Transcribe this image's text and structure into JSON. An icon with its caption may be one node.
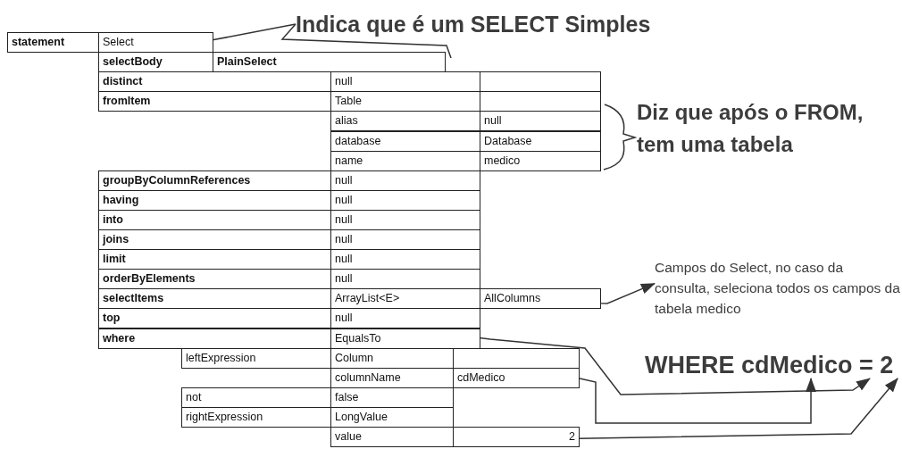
{
  "diagram": {
    "nodes": [
      {
        "text": [
          "Indica que é um SELECT Simples"
        ]
      },
      {
        "text": [
          "statement"
        ]
      },
      {
        "text": [
          "Select"
        ]
      },
      {
        "text": [
          "selectBody"
        ]
      },
      {
        "text": [
          "PlainSelect"
        ]
      },
      {
        "text": [
          "distinct"
        ]
      },
      {
        "text": [
          "null"
        ]
      },
      {
        "text": [],
        "shape": "box"
      },
      {
        "text": [
          "fromItem"
        ]
      },
      {
        "text": [
          "Table"
        ]
      },
      {
        "text": [],
        "shape": "box"
      },
      {
        "text": [
          "alias"
        ]
      },
      {
        "text": [
          "null"
        ]
      },
      {
        "text": [
          "database"
        ]
      },
      {
        "text": [
          "Database"
        ]
      },
      {
        "text": [
          "name"
        ]
      },
      {
        "text": [
          "medico"
        ]
      },
      {
        "text": [
          "groupByColumnReferences"
        ]
      },
      {
        "text": [
          "null"
        ]
      },
      {
        "text": [
          "having"
        ]
      },
      {
        "text": [
          "null"
        ]
      },
      {
        "text": [
          "into"
        ]
      },
      {
        "text": [
          "null"
        ]
      },
      {
        "text": [
          "joins"
        ]
      },
      {
        "text": [
          "null"
        ]
      },
      {
        "text": [
          "limit"
        ]
      },
      {
        "text": [
          "null"
        ]
      },
      {
        "text": [
          "orderByElements"
        ]
      },
      {
        "text": [
          "null"
        ]
      },
      {
        "text": [
          "selectItems"
        ]
      },
      {
        "text": [
          "ArrayList<E>"
        ]
      },
      {
        "text": [
          "AllColumns"
        ]
      },
      {
        "text": [
          "top"
        ]
      },
      {
        "text": [
          "null"
        ]
      },
      {
        "text": [
          "where"
        ]
      },
      {
        "text": [
          "EqualsTo"
        ]
      },
      {
        "text": [
          "leftExpression"
        ]
      },
      {
        "text": [
          "Column"
        ]
      },
      {
        "text": [],
        "shape": "box"
      },
      {
        "text": [
          "columnName"
        ]
      },
      {
        "text": [
          "cdMedico"
        ]
      },
      {
        "text": [
          "not"
        ]
      },
      {
        "text": [
          "false"
        ]
      },
      {
        "text": [
          "rightExpression"
        ]
      },
      {
        "text": [
          "LongValue"
        ]
      },
      {
        "text": [
          "value"
        ]
      },
      {
        "text": [
          "2"
        ]
      },
      {
        "text": [
          "Campos do Select, no caso da consulta, seleciona todos os campos da tabela medico"
        ]
      },
      {
        "text": [
          "WHERE cdMedico = 2"
        ]
      }
    ],
    "edges": [
      {
        "from": 0,
        "to": 2,
        "arrow": "none"
      },
      {
        "from": 31,
        "to": 47,
        "arrow": "to"
      },
      {
        "from": 35,
        "to": 48,
        "arrow": "to"
      },
      {
        "from": 40,
        "to": 48,
        "arrow": "to"
      },
      {
        "from": 46,
        "to": 48,
        "arrow": "to"
      }
    ],
    "labels": [
      "Diz que após o FROM, tem uma tabela"
    ]
  }
}
